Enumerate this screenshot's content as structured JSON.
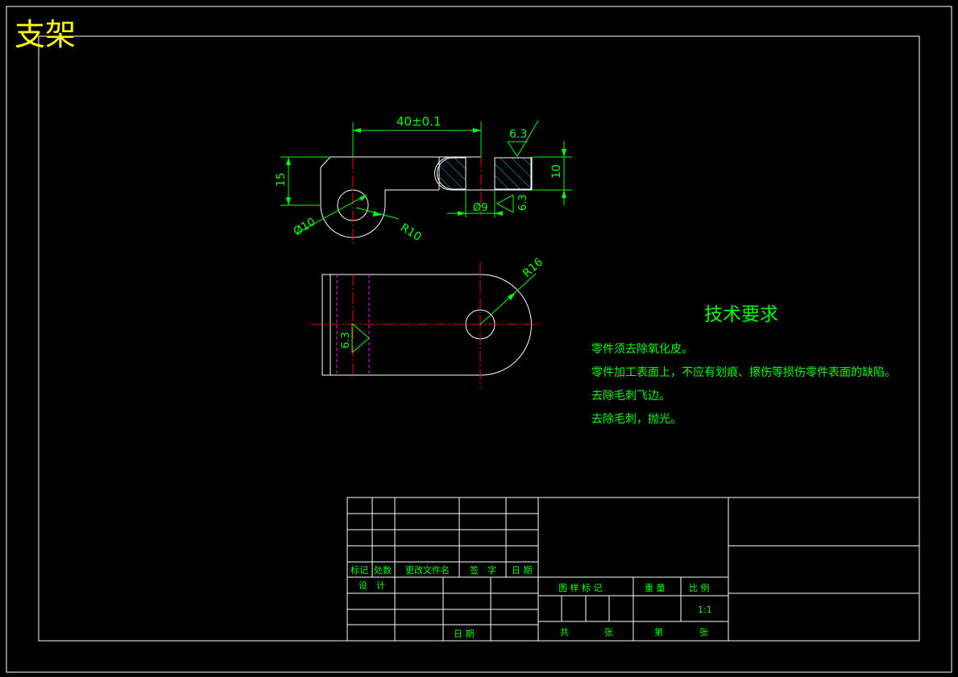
{
  "drawing_title": "支架",
  "dimensions": {
    "width_40": "40±0.1",
    "height_15": "15",
    "thickness_10": "10",
    "hole_d10": "Ø10",
    "radius_10": "R10",
    "hole_d9": "Ø9",
    "radius_16": "R16",
    "roughness_top": "6.3",
    "roughness_side": "6.3",
    "roughness_plan": "6.3"
  },
  "tech_requirements": {
    "heading": "技术要求",
    "items": [
      "零件须去除氧化皮。",
      "零件加工表面上，不应有划痕、擦伤等损伤零件表面的缺陷。",
      "去除毛刺飞边。",
      "去除毛刺，抛光。"
    ]
  },
  "title_block": {
    "biaoji": "标记",
    "chushu": "处数",
    "genggai": "更改文件名",
    "qianzi": "签　字",
    "riqi": "日 期",
    "sheji": "设　计",
    "riqi2": "日 期",
    "tuyang_biaoji": "图 样 标 记",
    "zhongliang": "重 量",
    "bili": "比 例",
    "scale": "1:1",
    "gong": "共",
    "zhang": "张",
    "di": "第",
    "zhang2": "张"
  }
}
